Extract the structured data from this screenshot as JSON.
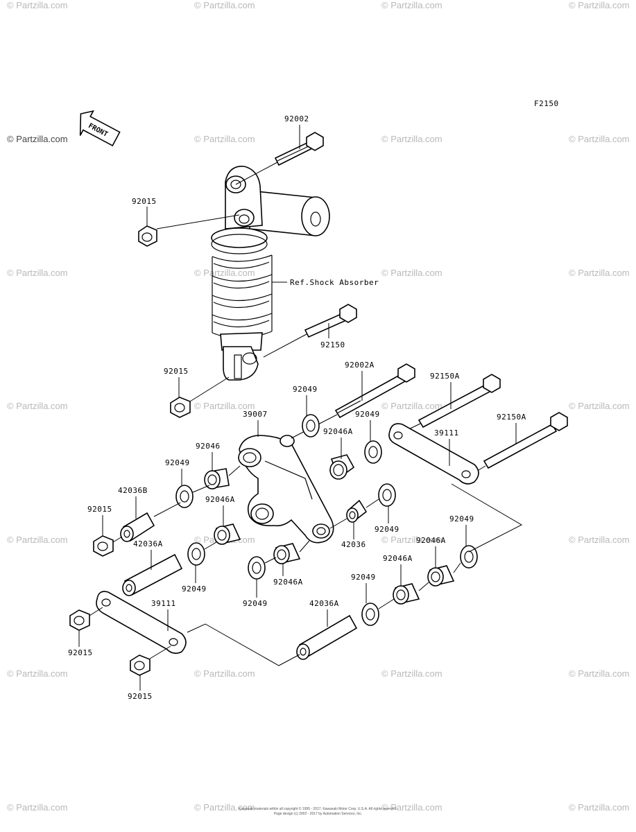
{
  "diagram_code": "F2150",
  "front_arrow_label": "FRONT",
  "reference_label": "Ref.Shock Absorber",
  "watermark": "© Partzilla.com",
  "copyright": [
    "Kawasaki materials within all copyright © 1995 - 2017, Kawasaki Motor Corp. U.S.A. All rights reserved.",
    "Page design (c) 2002 - 2017 by Automation Services, Inc."
  ],
  "part_labels": {
    "p92002": "92002",
    "p92015_a": "92015",
    "p92150": "92150",
    "p92015_b": "92015",
    "p92049_a": "92049",
    "p92002A": "92002A",
    "p92150A_a": "92150A",
    "p92150A_b": "92150A",
    "p39007": "39007",
    "p92049_b": "92049",
    "p92046A_a": "92046A",
    "p39111_a": "39111",
    "p92046": "92046",
    "p92049_c": "92049",
    "p42036B": "42036B",
    "p92046A_b": "92046A",
    "p92015_c": "92015",
    "p42036": "42036",
    "p92049_d": "92049",
    "p92049_e": "92049",
    "p42036A_a": "42036A",
    "p92046A_c": "92046A",
    "p92049_f": "92049",
    "p92046A_d": "92046A",
    "p92049_g": "92049",
    "p92046A_e": "92046A",
    "p92049_h": "92049",
    "p39111_b": "39111",
    "p42036A_b": "42036A",
    "p92015_d": "92015",
    "p92015_e": "92015"
  }
}
